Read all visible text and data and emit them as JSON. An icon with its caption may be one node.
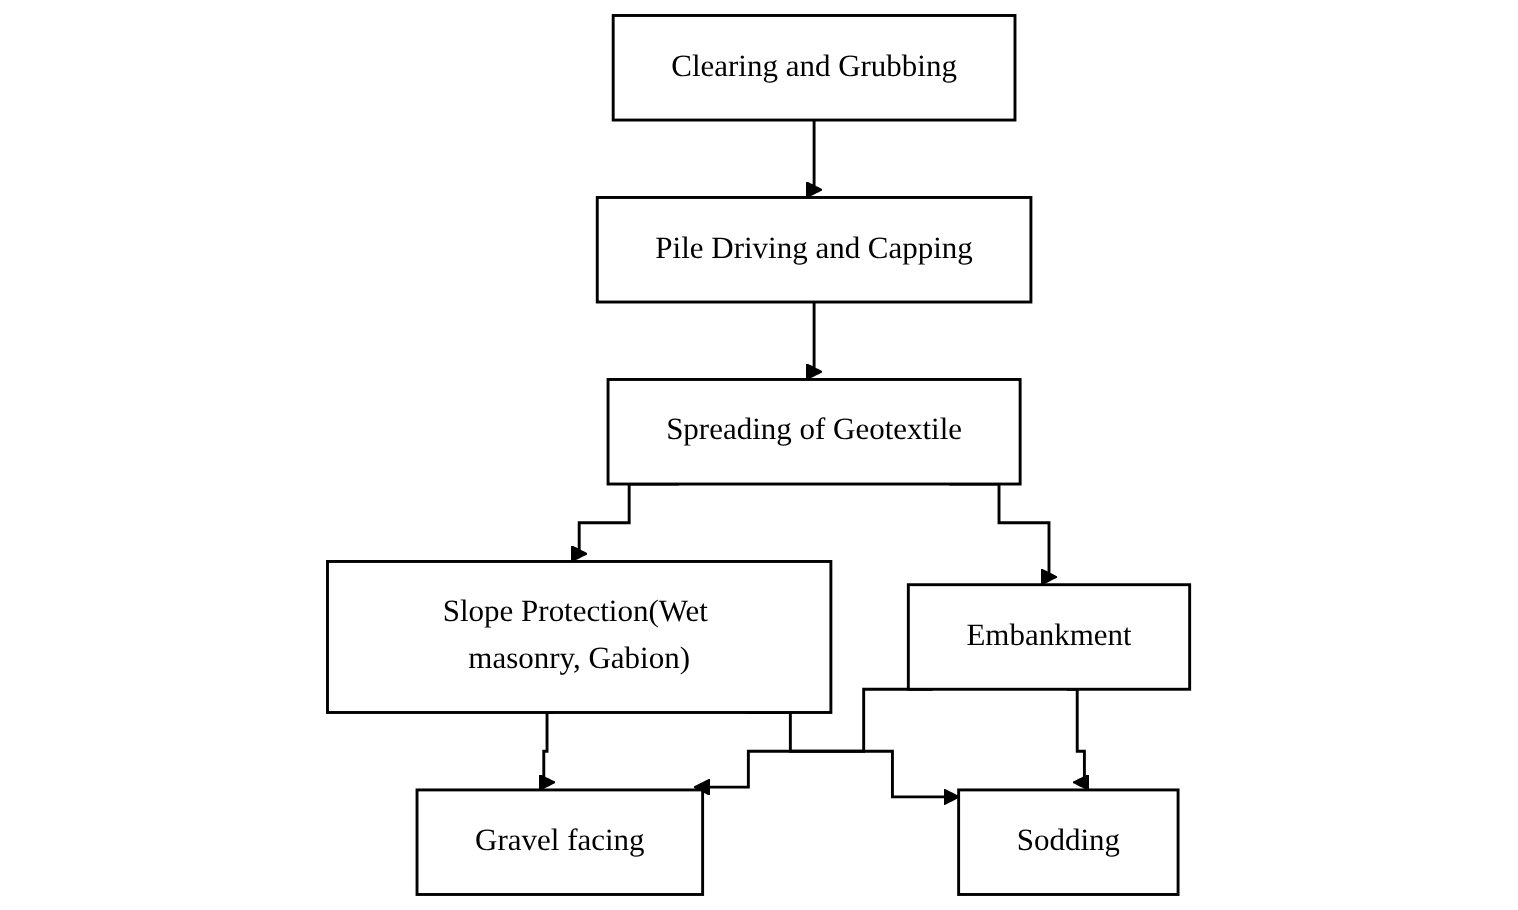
{
  "diagram": {
    "nodes": [
      {
        "text": [
          "Clearing and Grubbing"
        ]
      },
      {
        "text": [
          "Pile Driving and Capping"
        ]
      },
      {
        "text": [
          "Spreading of Geotextile"
        ]
      },
      {
        "text": [
          "Slope Protection(Wet masonry, Gabion)"
        ]
      },
      {
        "text": [
          "Embankment"
        ]
      },
      {
        "text": [
          "Gravel facing"
        ]
      },
      {
        "text": [
          "Sodding"
        ]
      }
    ],
    "edges": [
      {
        "from": 0,
        "to": 1,
        "arrow": "to"
      },
      {
        "from": 1,
        "to": 2,
        "arrow": "to"
      },
      {
        "from": 2,
        "to": 3,
        "arrow": "to"
      },
      {
        "from": 2,
        "to": 4,
        "arrow": "to"
      },
      {
        "from": 3,
        "to": 5,
        "arrow": "to"
      },
      {
        "from": 3,
        "to": 6,
        "arrow": "to"
      },
      {
        "from": 4,
        "to": 5,
        "arrow": "to"
      },
      {
        "from": 4,
        "to": 6,
        "arrow": "to"
      }
    ]
  }
}
